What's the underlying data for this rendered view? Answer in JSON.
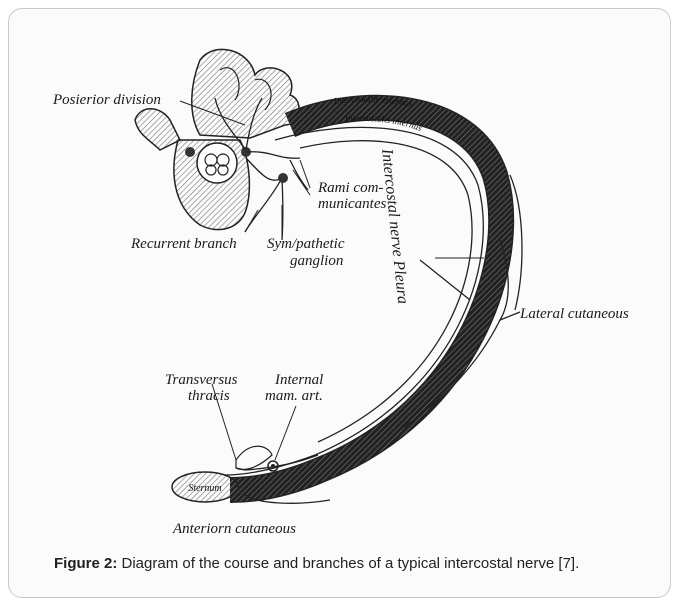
{
  "labels": {
    "posterior_division": "Posierior division",
    "rami_1": "Rami com-",
    "rami_2": "municantes",
    "recurrent_branch": "Recurrent branch",
    "sympathetic_1": "Sym/pathetic",
    "sympathetic_2": "ganglion",
    "intercostal_pleura": "Intercostal nerve Pleura",
    "lateral_cutaneous": "Lateral cutaneous",
    "transversus_1": "Transversus",
    "transversus_2": "thracis",
    "internal_mam_1": "Internal",
    "internal_mam_2": "mam. art.",
    "anterior_cutaneous": "Anteriorn cutaneous",
    "sternum": "Sternum",
    "intercostales_externus": "Intercostalis externus",
    "intercostales_internus": "Intercostalis internus"
  },
  "caption": {
    "prefix": "Figure 2:",
    "text": " Diagram of the course and branches of a typical intercostal nerve [7]."
  }
}
